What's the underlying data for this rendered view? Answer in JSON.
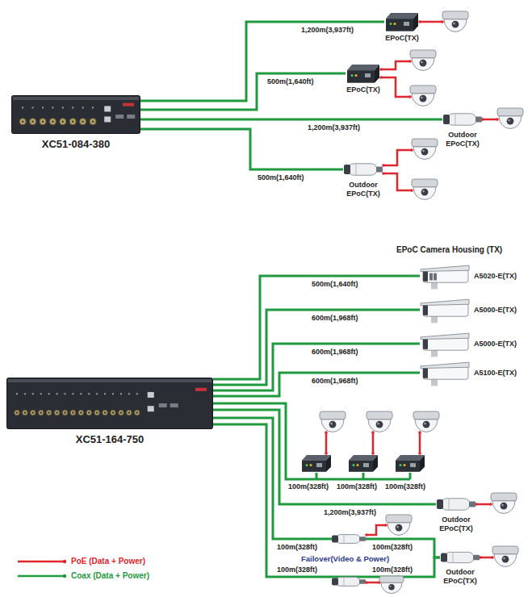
{
  "diagram": {
    "nodes": [
      {
        "text": [
          "XC51-084-380"
        ]
      },
      {
        "text": [
          "EPoC(TX)"
        ]
      },
      {
        "text": [
          "EPoC(TX)"
        ]
      },
      {
        "text": [
          "Outdoor EPoC(TX)"
        ]
      },
      {
        "text": [
          "Outdoor EPoC(TX)"
        ]
      },
      {
        "text": [
          "XC51-164-750"
        ]
      },
      {
        "text": [
          "A5020-E(TX)"
        ]
      },
      {
        "text": [
          "A5000-E(TX)"
        ]
      },
      {
        "text": [
          "A5000-E(TX)"
        ]
      },
      {
        "text": [
          "A5100-E(TX)"
        ]
      },
      {
        "text": [
          "Outdoor EPoC(TX)"
        ]
      },
      {
        "text": [
          "Outdoor EPoC(TX)"
        ]
      }
    ],
    "edges": [
      {
        "from": 0,
        "to": 1,
        "arrow": "none",
        "label": "1,200m(3,937ft)"
      },
      {
        "from": 0,
        "to": 2,
        "arrow": "none",
        "label": "500m(1,640ft)"
      },
      {
        "from": 0,
        "to": 3,
        "arrow": "none",
        "label": "1,200m(3,937ft)"
      },
      {
        "from": 0,
        "to": 4,
        "arrow": "none",
        "label": "500m(1,640ft)"
      },
      {
        "from": 5,
        "to": 6,
        "arrow": "none",
        "label": "500m(1,640ft)"
      },
      {
        "from": 5,
        "to": 7,
        "arrow": "none",
        "label": "600m(1,968ft)"
      },
      {
        "from": 5,
        "to": 8,
        "arrow": "none",
        "label": "600m(1,968ft)"
      },
      {
        "from": 5,
        "to": 9,
        "arrow": "none",
        "label": "600m(1,968ft)"
      },
      {
        "from": 5,
        "to": 10,
        "arrow": "none",
        "label": "1,200m(3,937ft)"
      },
      {
        "from": 5,
        "to": 11,
        "arrow": "none"
      },
      {
        "from": 5,
        "to": 11,
        "arrow": "none"
      }
    ],
    "labels": [
      "EPoC Camera Housing (TX)",
      "100m(328ft)",
      "100m(328ft)",
      "100m(328ft)",
      "100m(328ft)",
      "100m(328ft)",
      "100m(328ft)",
      "100m(328ft)",
      "Failover(Video & Power)"
    ],
    "legend": [
      {
        "text": "PoE (Data + Power)",
        "color": "#e0262e"
      },
      {
        "text": "Coax (Data + Power)",
        "color": "#1f9a3e"
      }
    ]
  }
}
